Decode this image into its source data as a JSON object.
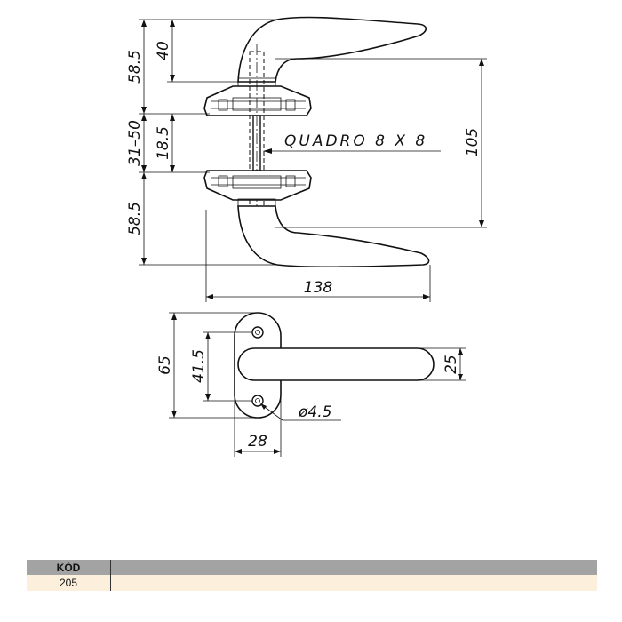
{
  "drawing": {
    "top_view": {
      "dim_total_length": "138",
      "dim_center_height": "105",
      "dim_upper_handle": "58.5",
      "dim_lower_handle": "58.5",
      "dim_spindle_range": "31–50",
      "dim_lever_offset": "40",
      "dim_gap": "18.5",
      "spindle_label": "QUADRO 8 X 8"
    },
    "front_view": {
      "dim_rose_height": "65",
      "dim_hole_spacing": "41.5",
      "dim_lever_width": "25",
      "dim_rose_width": "28",
      "dim_hole_diameter": "ø4.5"
    }
  },
  "table": {
    "header": "KÓD",
    "value": "205"
  }
}
